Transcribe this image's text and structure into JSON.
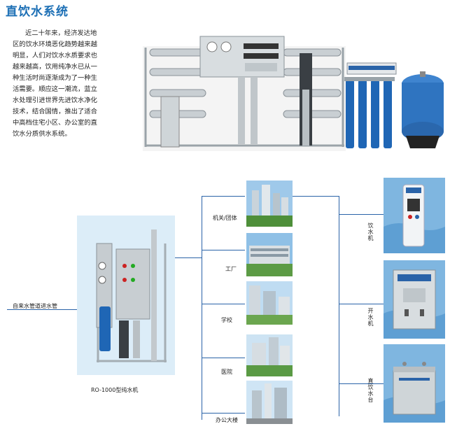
{
  "title": "直饮水系统",
  "intro_lines": [
    "近二十年来，经济发达地",
    "区的饮水环境恶化趋势越来越",
    "明显，人们对饮水水质要求也",
    "越来越高，饮用纯净水已从一",
    "种生活时尚逐渐成为了一种生",
    "活需要。顺应这一潮流，蓝立",
    "水处理引进世界先进饮水净化",
    "技术，结合国情，推出了适合",
    "中高档住宅小区、办公室的直",
    "饮水分质供水系统。"
  ],
  "source_label": "自来水管道进水管",
  "main_machine_caption": "RO-1000型纯水机",
  "locations": [
    "机关/团体",
    "工厂",
    "学校",
    "医院",
    "办公大楼"
  ],
  "dispensers": [
    "饮水机",
    "开水机",
    "直饮水台"
  ],
  "colors": {
    "accent": "#2a63a8",
    "title": "#1c6fb5",
    "water": "#7fb6e0"
  }
}
